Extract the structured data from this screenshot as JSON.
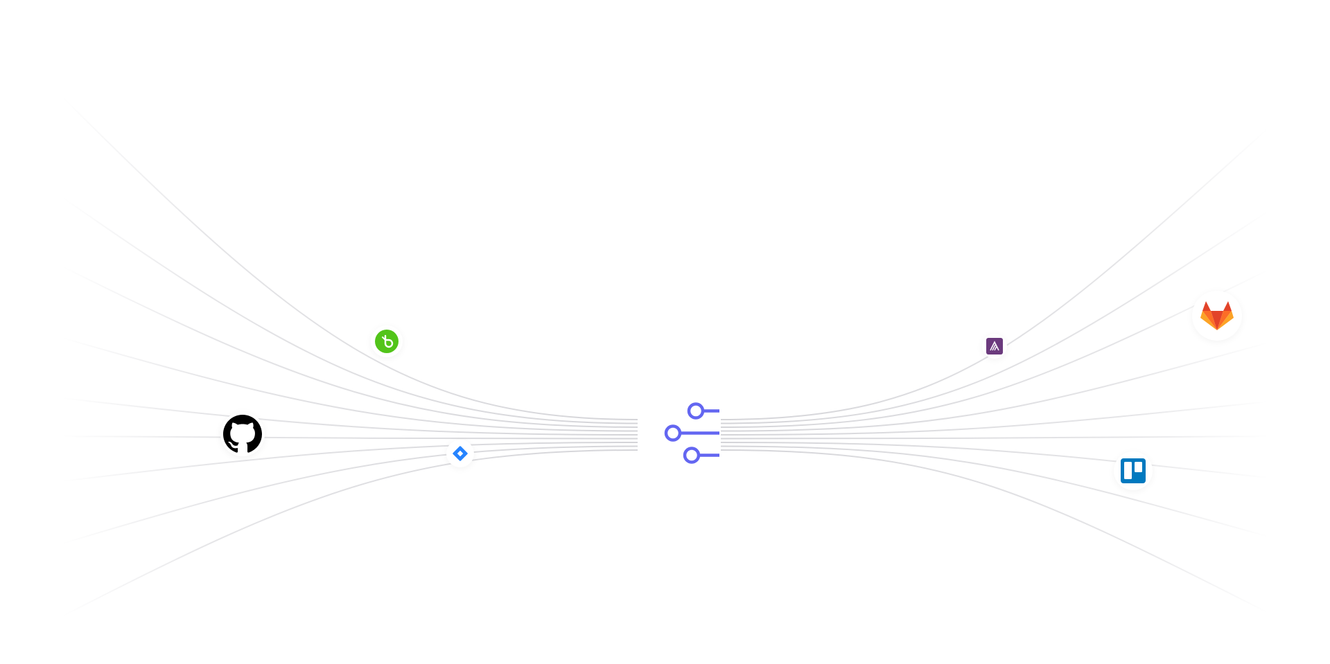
{
  "hub": {
    "icon": "integrations-hub-icon",
    "color": "#6366f1"
  },
  "integrations": [
    {
      "name": "bitbucket",
      "icon": "bitbucket-bucket-icon",
      "color": "#52c41a"
    },
    {
      "name": "github",
      "icon": "github-octocat-icon",
      "color": "#000000"
    },
    {
      "name": "jira",
      "icon": "jira-diamond-icon",
      "color": "#2684ff"
    },
    {
      "name": "heroku",
      "icon": "heroku-icon",
      "color": "#6b3a7d"
    },
    {
      "name": "gitlab",
      "icon": "gitlab-fox-icon",
      "color": "#e24329"
    },
    {
      "name": "trello",
      "icon": "trello-board-icon",
      "color": "#0079bf"
    }
  ],
  "line_color": "#e4e4e7"
}
